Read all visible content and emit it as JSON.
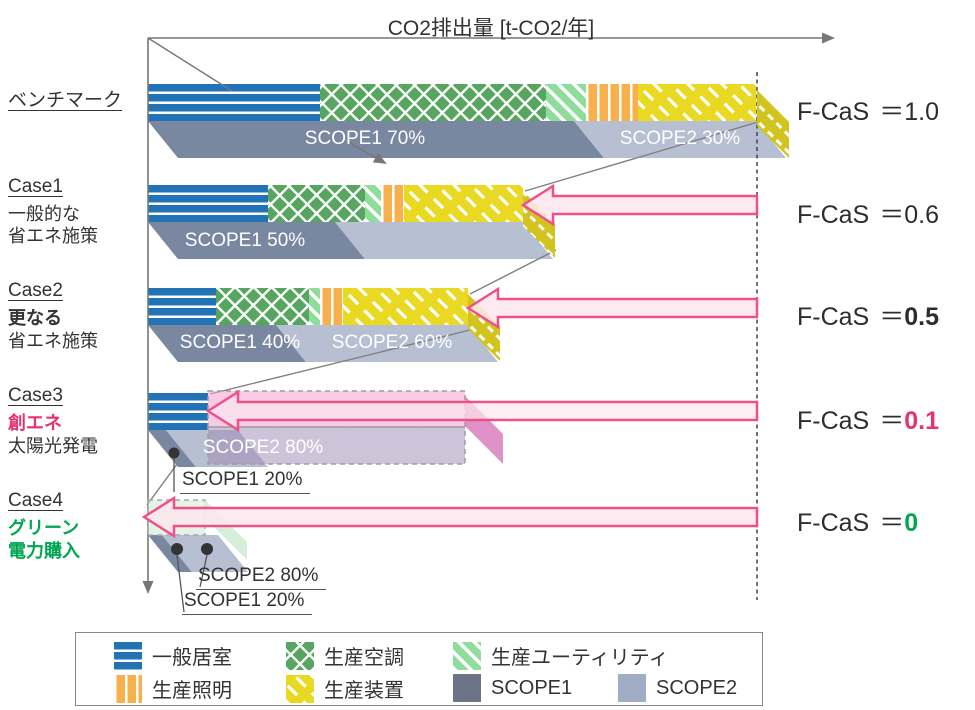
{
  "title": "CO2排出量 [t-CO2/年]",
  "chart_data": {
    "type": "bar",
    "subtype": "horizontal-stacked-comparison",
    "title": "CO2排出量 [t-CO2/年]",
    "xlabel": "CO2排出量",
    "unit": "t-CO2/年",
    "benchmark_total": 100,
    "f_cas_prefix": "F-CaS",
    "equals": "＝",
    "segment_keys": [
      "general_room",
      "production_hvac",
      "production_utility",
      "production_lighting",
      "production_equipment"
    ],
    "legend": [
      {
        "key": "general_room",
        "label": "一般居室",
        "pattern": "blue-horizontal-stripes",
        "color": "#2273b6"
      },
      {
        "key": "production_hvac",
        "label": "生産空調",
        "pattern": "green-crosshatch",
        "color": "#57a55f"
      },
      {
        "key": "production_utility",
        "label": "生産ユーティリティ",
        "pattern": "lightgreen-diagonal-stripes",
        "color": "#8edd9a"
      },
      {
        "key": "production_lighting",
        "label": "生産照明",
        "pattern": "orange-vertical-stripes",
        "color": "#f7b04c"
      },
      {
        "key": "production_equipment",
        "label": "生産装置",
        "pattern": "yellow-diagonal-dashes",
        "color": "#ead922"
      },
      {
        "key": "scope1",
        "label": "SCOPE1",
        "pattern": "solid",
        "color": "#6c7488"
      },
      {
        "key": "scope2",
        "label": "SCOPE2",
        "pattern": "solid",
        "color": "#a0adc4"
      }
    ],
    "rows": [
      {
        "id": "benchmark",
        "label": "ベンチマーク",
        "sub1": "",
        "sub2": "",
        "values": {
          "general_room": 28.2,
          "production_hvac": 37.1,
          "production_utility": 6.7,
          "production_lighting": 8.4,
          "production_equipment": 19.5
        },
        "total": 100,
        "scope1_pct": 70,
        "scope2_pct": 30,
        "scope1_label": "SCOPE1 70%",
        "scope2_label": "SCOPE2 30%",
        "f_cas": "1.0"
      },
      {
        "id": "case1",
        "label": "Case1",
        "sub1": "一般的な",
        "sub2": "省エネ施策",
        "values": {
          "general_room": 19.7,
          "production_hvac": 15.9,
          "production_utility": 2.6,
          "production_lighting": 3.9,
          "production_equipment": 19.4
        },
        "total": 61.5,
        "scope1_pct": 50,
        "scope2_pct": 50,
        "scope1_label": "SCOPE1 50%",
        "scope2_label": "",
        "f_cas": "0.6"
      },
      {
        "id": "case2",
        "label": "Case2",
        "sub1": "更なる",
        "sub2": "省エネ施策",
        "values": {
          "general_room": 11.2,
          "production_hvac": 15.3,
          "production_utility": 1.8,
          "production_lighting": 3.8,
          "production_equipment": 20.5
        },
        "total": 52.6,
        "scope1_pct": 40,
        "scope2_pct": 60,
        "scope1_label": "SCOPE1 40%",
        "scope2_label": "SCOPE2 60%",
        "f_cas": "0.5"
      },
      {
        "id": "case3",
        "label": "Case3",
        "sub1": "創エネ",
        "sub2": "太陽光発電",
        "values": {
          "general_room": 9.9,
          "production_hvac": 0,
          "production_utility": 0,
          "production_lighting": 0,
          "production_equipment": 0
        },
        "total": 9.9,
        "scope1_pct": 20,
        "scope2_pct": 80,
        "scope1_label": "",
        "scope2_label": "SCOPE2 80%",
        "scope1_callout": "SCOPE1 20%",
        "f_cas": "0.1"
      },
      {
        "id": "case4",
        "label": "Case4",
        "sub1": "グリーン",
        "sub2": "電力購入",
        "values": {
          "general_room": 0,
          "production_hvac": 0,
          "production_utility": 0,
          "production_lighting": 0,
          "production_equipment": 0
        },
        "total": 0,
        "scope1_pct": 20,
        "scope2_pct": 80,
        "scope1_label": "",
        "scope2_label": "",
        "scope2_callout": "SCOPE2 80%",
        "scope1_callout": "SCOPE1 20%",
        "f_cas": "0"
      }
    ]
  }
}
